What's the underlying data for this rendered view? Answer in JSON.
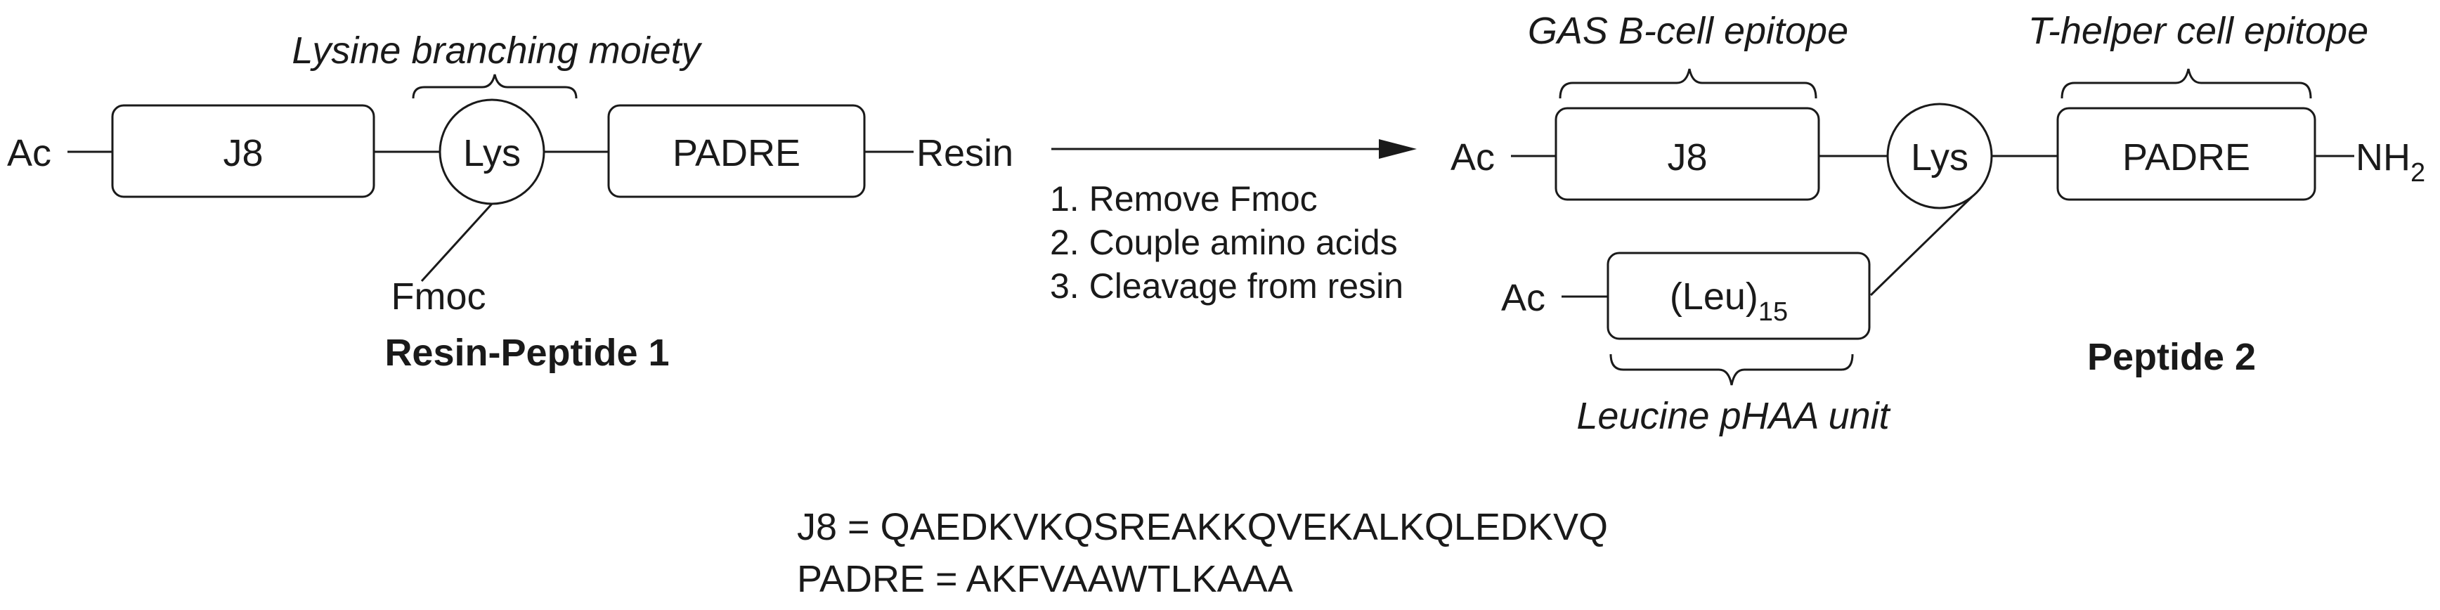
{
  "scheme": {
    "left": {
      "ac": "Ac",
      "j8": "J8",
      "lys": "Lys",
      "padre": "PADRE",
      "resin": "Resin",
      "fmoc": "Fmoc",
      "brace_label": "Lysine branching moiety",
      "name": "Resin-Peptide 1"
    },
    "steps": [
      "1. Remove Fmoc",
      "2. Couple amino acids",
      "3. Cleavage from resin"
    ],
    "right": {
      "ac_top": "Ac",
      "j8": "J8",
      "lys": "Lys",
      "padre": "PADRE",
      "nh2": "NH",
      "nh2_sub": "2",
      "ac_bottom": "Ac",
      "leu": "(Leu)",
      "leu_sub": "15",
      "bcell_label": "GAS B-cell epitope",
      "thelper_label": "T-helper cell epitope",
      "leucine_label": "Leucine pHAA unit",
      "name": "Peptide 2"
    }
  },
  "sequences": {
    "j8": "J8 = QAEDKVKQSREAKKQVEKALKQLEDKVQ",
    "padre": "PADRE = AKFVAAWTLKAAA"
  }
}
